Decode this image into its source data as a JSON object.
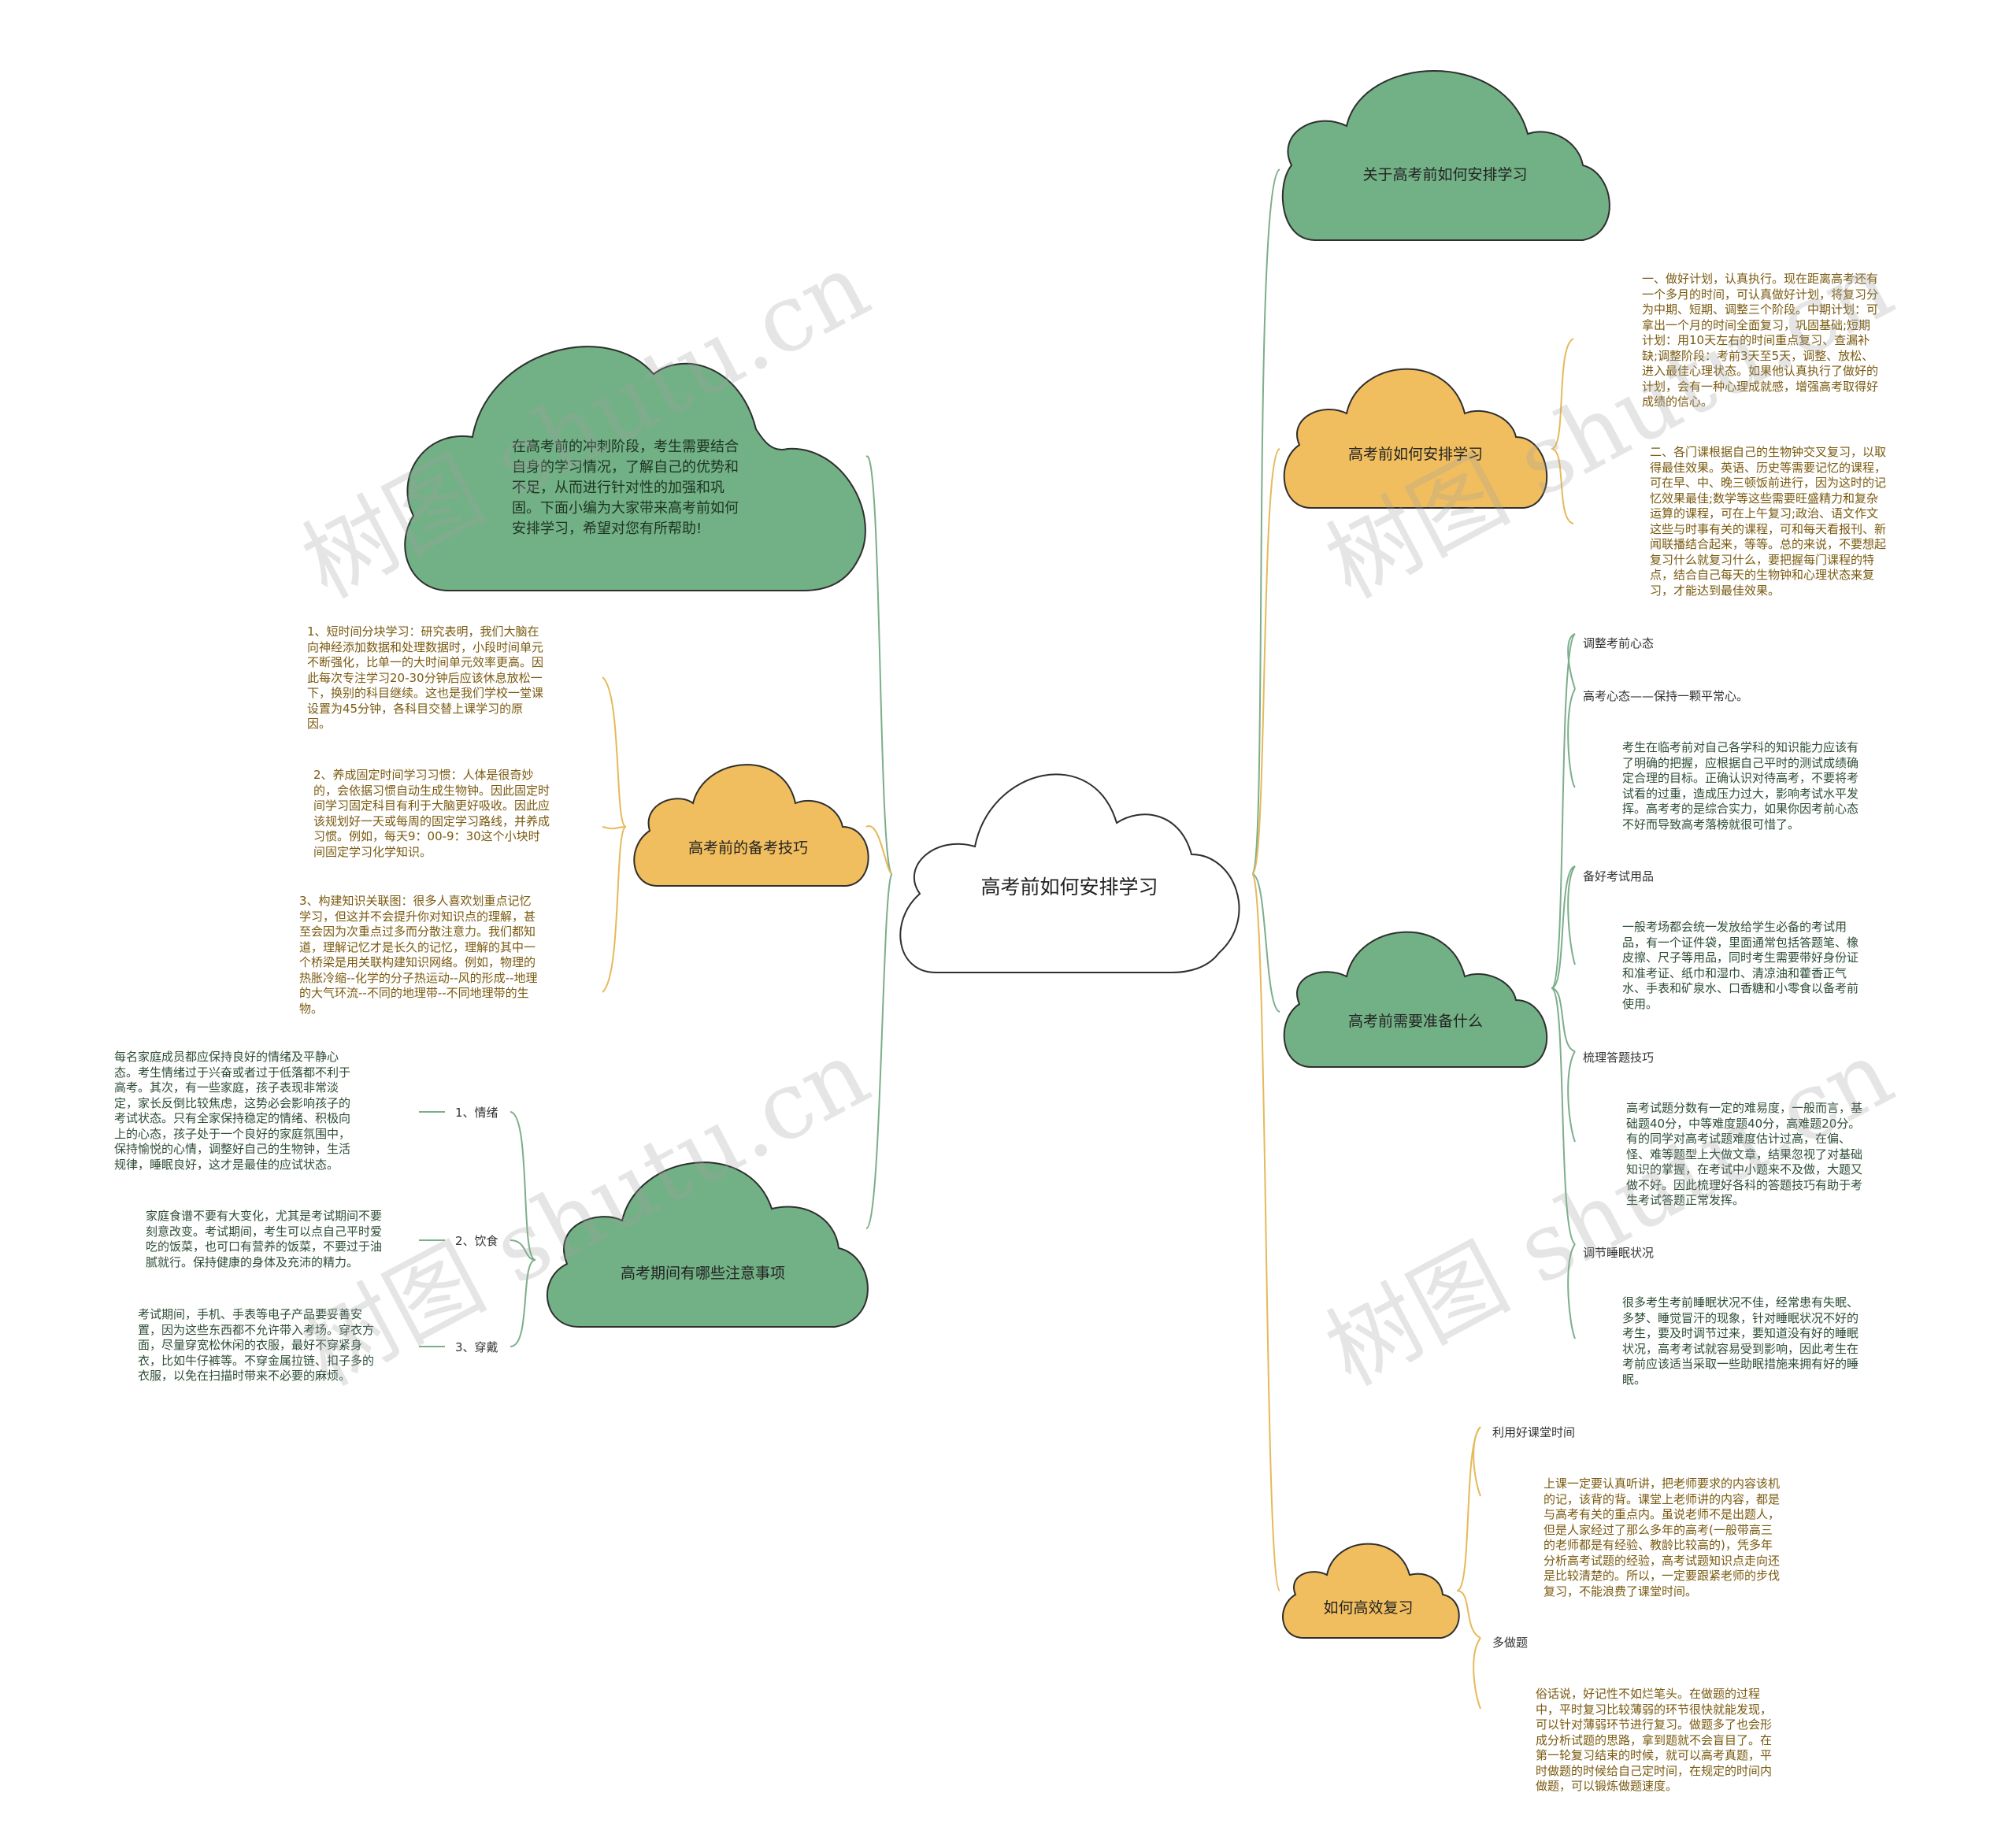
{
  "center": "高考前如何安排学习",
  "intro": "在高考前的冲刺阶段，考生需要结合自身的学习情况，了解自己的优势和不足，从而进行针对性的加强和巩固。下面小编为大家带来高考前如何安排学习，希望对您有所帮助!",
  "left": {
    "tips": {
      "title": "高考前的备考技巧",
      "items": [
        "1、短时间分块学习：研究表明，我们大脑在向神经添加数据和处理数据时，小段时间单元不断强化，比单一的大时间单元效率更高。因此每次专注学习20-30分钟后应该休息放松一下，换别的科目继续。这也是我们学校一堂课设置为45分钟，各科目交替上课学习的原因。",
        "2、养成固定时间学习习惯：人体是很奇妙的，会依据习惯自动生成生物钟。因此固定时间学习固定科目有利于大脑更好吸收。因此应该规划好一天或每周的固定学习路线，并养成习惯。例如，每天9：00-9：30这个小块时间固定学习化学知识。",
        "3、构建知识关联图：很多人喜欢划重点记忆学习，但这并不会提升你对知识点的理解，甚至会因为次重点过多而分散注意力。我们都知道，理解记忆才是长久的记忆，理解的其中一个桥梁是用关联构建知识网络。例如，物理的热胀冷缩--化学的分子热运动--风的形成--地理的大气环流--不同的地理带--不同地理带的生物。"
      ]
    },
    "attention": {
      "title": "高考期间有哪些注意事项",
      "items": [
        {
          "label": "1、情绪",
          "text": "每名家庭成员都应保持良好的情绪及平静心态。考生情绪过于兴奋或者过于低落都不利于高考。其次，有一些家庭，孩子表现非常淡定，家长反倒比较焦虑，这势必会影响孩子的考试状态。只有全家保持稳定的情绪、积极向上的心态，孩子处于一个良好的家庭氛围中，保持愉悦的心情，调整好自己的生物钟，生活规律，睡眠良好，这才是最佳的应试状态。"
        },
        {
          "label": "2、饮食",
          "text": "家庭食谱不要有大变化，尤其是考试期间不要刻意改变。考试期间，考生可以点自己平时爱吃的饭菜，也可口有营养的饭菜，不要过于油腻就行。保持健康的身体及充沛的精力。"
        },
        {
          "label": "3、穿戴",
          "text": "考试期间，手机、手表等电子产品要妥善安置，因为这些东西都不允许带入考场。穿衣方面，尽量穿宽松休闲的衣服，最好不穿紧身衣，比如牛仔裤等。不穿金属拉链、扣子多的衣服，以免在扫描时带来不必要的麻烦。"
        }
      ]
    }
  },
  "right": {
    "about": {
      "title": "关于高考前如何安排学习"
    },
    "arrange": {
      "title": "高考前如何安排学习",
      "items": [
        "一、做好计划，认真执行。现在距离高考还有一个多月的时间，可认真做好计划，将复习分为中期、短期、调整三个阶段。中期计划：可拿出一个月的时间全面复习，巩固基础;短期计划：用10天左右的时间重点复习、查漏补缺;调整阶段：考前3天至5天，调整、放松、进入最佳心理状态。如果他认真执行了做好的计划，会有一种心理成就感，增强高考取得好成绩的信心。",
        "二、各门课根据自己的生物钟交叉复习，以取得最佳效果。英语、历史等需要记忆的课程，可在早、中、晚三顿饭前进行，因为这时的记忆效果最佳;数学等这些需要旺盛精力和复杂运算的课程，可在上午复习;政治、语文作文这些与时事有关的课程，可和每天看报刊、新闻联播结合起来，等等。总的来说，不要想起复习什么就复习什么，要把握每门课程的特点，结合自己每天的生物钟和心理状态来复习，才能达到最佳效果。"
      ]
    },
    "prepare": {
      "title": "高考前需要准备什么",
      "items": [
        {
          "label": "调整考前心态",
          "sub": "高考心态——保持一颗平常心。",
          "text": "考生在临考前对自己各学科的知识能力应该有了明确的把握，应根据自己平时的测试成绩确定合理的目标。正确认识对待高考，不要将考试看的过重，造成压力过大，影响考试水平发挥。高考考的是综合实力，如果你因考前心态不好而导致高考落榜就很可惜了。"
        },
        {
          "label": "备好考试用品",
          "text": "一般考场都会统一发放给学生必备的考试用品，有一个证件袋，里面通常包括答题笔、橡皮擦、尺子等用品，同时考生需要带好身份证和准考证、纸巾和湿巾、清凉油和藿香正气水、手表和矿泉水、口香糖和小零食以备考前使用。"
        },
        {
          "label": "梳理答题技巧",
          "text": "高考试题分数有一定的难易度，一般而言，基础题40分，中等难度题40分，高难题20分。有的同学对高考试题难度估计过高，在偏、怪、难等题型上大做文章，结果忽视了对基础知识的掌握，在考试中小题来不及做，大题又做不好。因此梳理好各科的答题技巧有助于考生考试答题正常发挥。"
        },
        {
          "label": "调节睡眠状况",
          "text": "很多考生考前睡眠状况不佳，经常患有失眠、多梦、睡觉冒汗的现象，针对睡眠状况不好的考生，要及时调节过来，要知道没有好的睡眠状况，高考考试就容易受到影响，因此考生在考前应该适当采取一些助眠措施来拥有好的睡眠。"
        }
      ]
    },
    "efficient": {
      "title": "如何高效复习",
      "items": [
        {
          "label": "利用好课堂时间",
          "text": "上课一定要认真听讲，把老师要求的内容该机的记，该背的背。课堂上老师讲的内容，都是与高考有关的重点内。虽说老师不是出题人，但是人家经过了那么多年的高考(一般带高三的老师都是有经验、教龄比较高的)，凭多年分析高考试题的经验，高考试题知识点走向还是比较清楚的。所以，一定要跟紧老师的步伐复习，不能浪费了课堂时间。"
        },
        {
          "label": "多做题",
          "text": "俗话说，好记性不如烂笔头。在做题的过程中，平时复习比较薄弱的环节很快就能发现，可以针对薄弱环节进行复习。做题多了也会形成分析试题的思路，拿到题就不会盲目了。在第一轮复习结束的时候，就可以高考真题，平时做题的时候给自己定时间，在规定的时间内做题，可以锻炼做题速度。"
        }
      ]
    }
  },
  "watermark": "树图 shutu.cn",
  "colors": {
    "green": "#72b085",
    "orange": "#f0be5f",
    "line_green": "#7cae8a",
    "line_orange": "#e6b95a",
    "outline": "#2f2f2f"
  }
}
